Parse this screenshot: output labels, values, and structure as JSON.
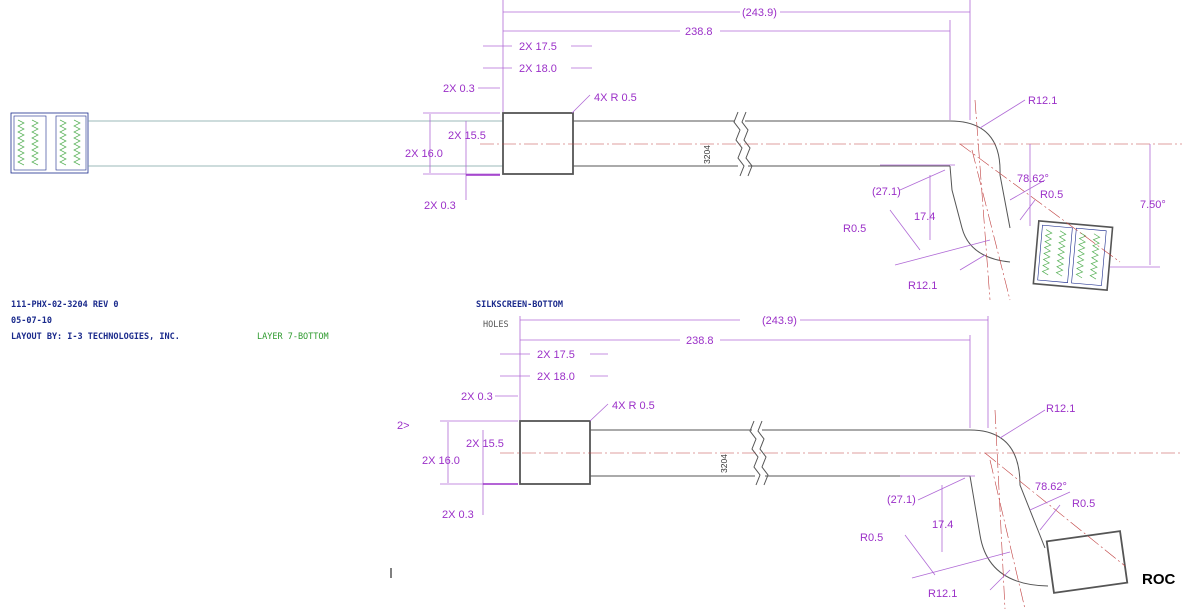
{
  "title_block": {
    "part_number": "111-PHX-02-3204 REV 0",
    "date": "05-07-10",
    "layout_by": "LAYOUT BY: I-3 TECHNOLOGIES, INC.",
    "layer_label": "LAYER 7-BOTTOM"
  },
  "lower_view": {
    "silkscreen_label": "SILKSCREEN-BOTTOM",
    "holes_label": "HOLES",
    "connector_label": "ROC"
  },
  "dimensions": {
    "overall": "(243.9)",
    "straight": "238.8",
    "w175": "2X 17.5",
    "w180": "2X 18.0",
    "gap03": "2X 0.3",
    "radius05": "4X R 0.5",
    "w155": "2X 15.5",
    "w160": "2X 16.0",
    "r121": "R12.1",
    "angle1": "78.62°",
    "r05": "R0.5",
    "ref271": "(27.1)",
    "len174": "17.4",
    "angle2": "7.50°",
    "break_len": "3204"
  },
  "colors": {
    "dimension": "#9b30c8",
    "title_text": "#1a2a8c",
    "layer_text": "#2e9a2e",
    "centerline": "#c04040",
    "outline": "#555555"
  }
}
